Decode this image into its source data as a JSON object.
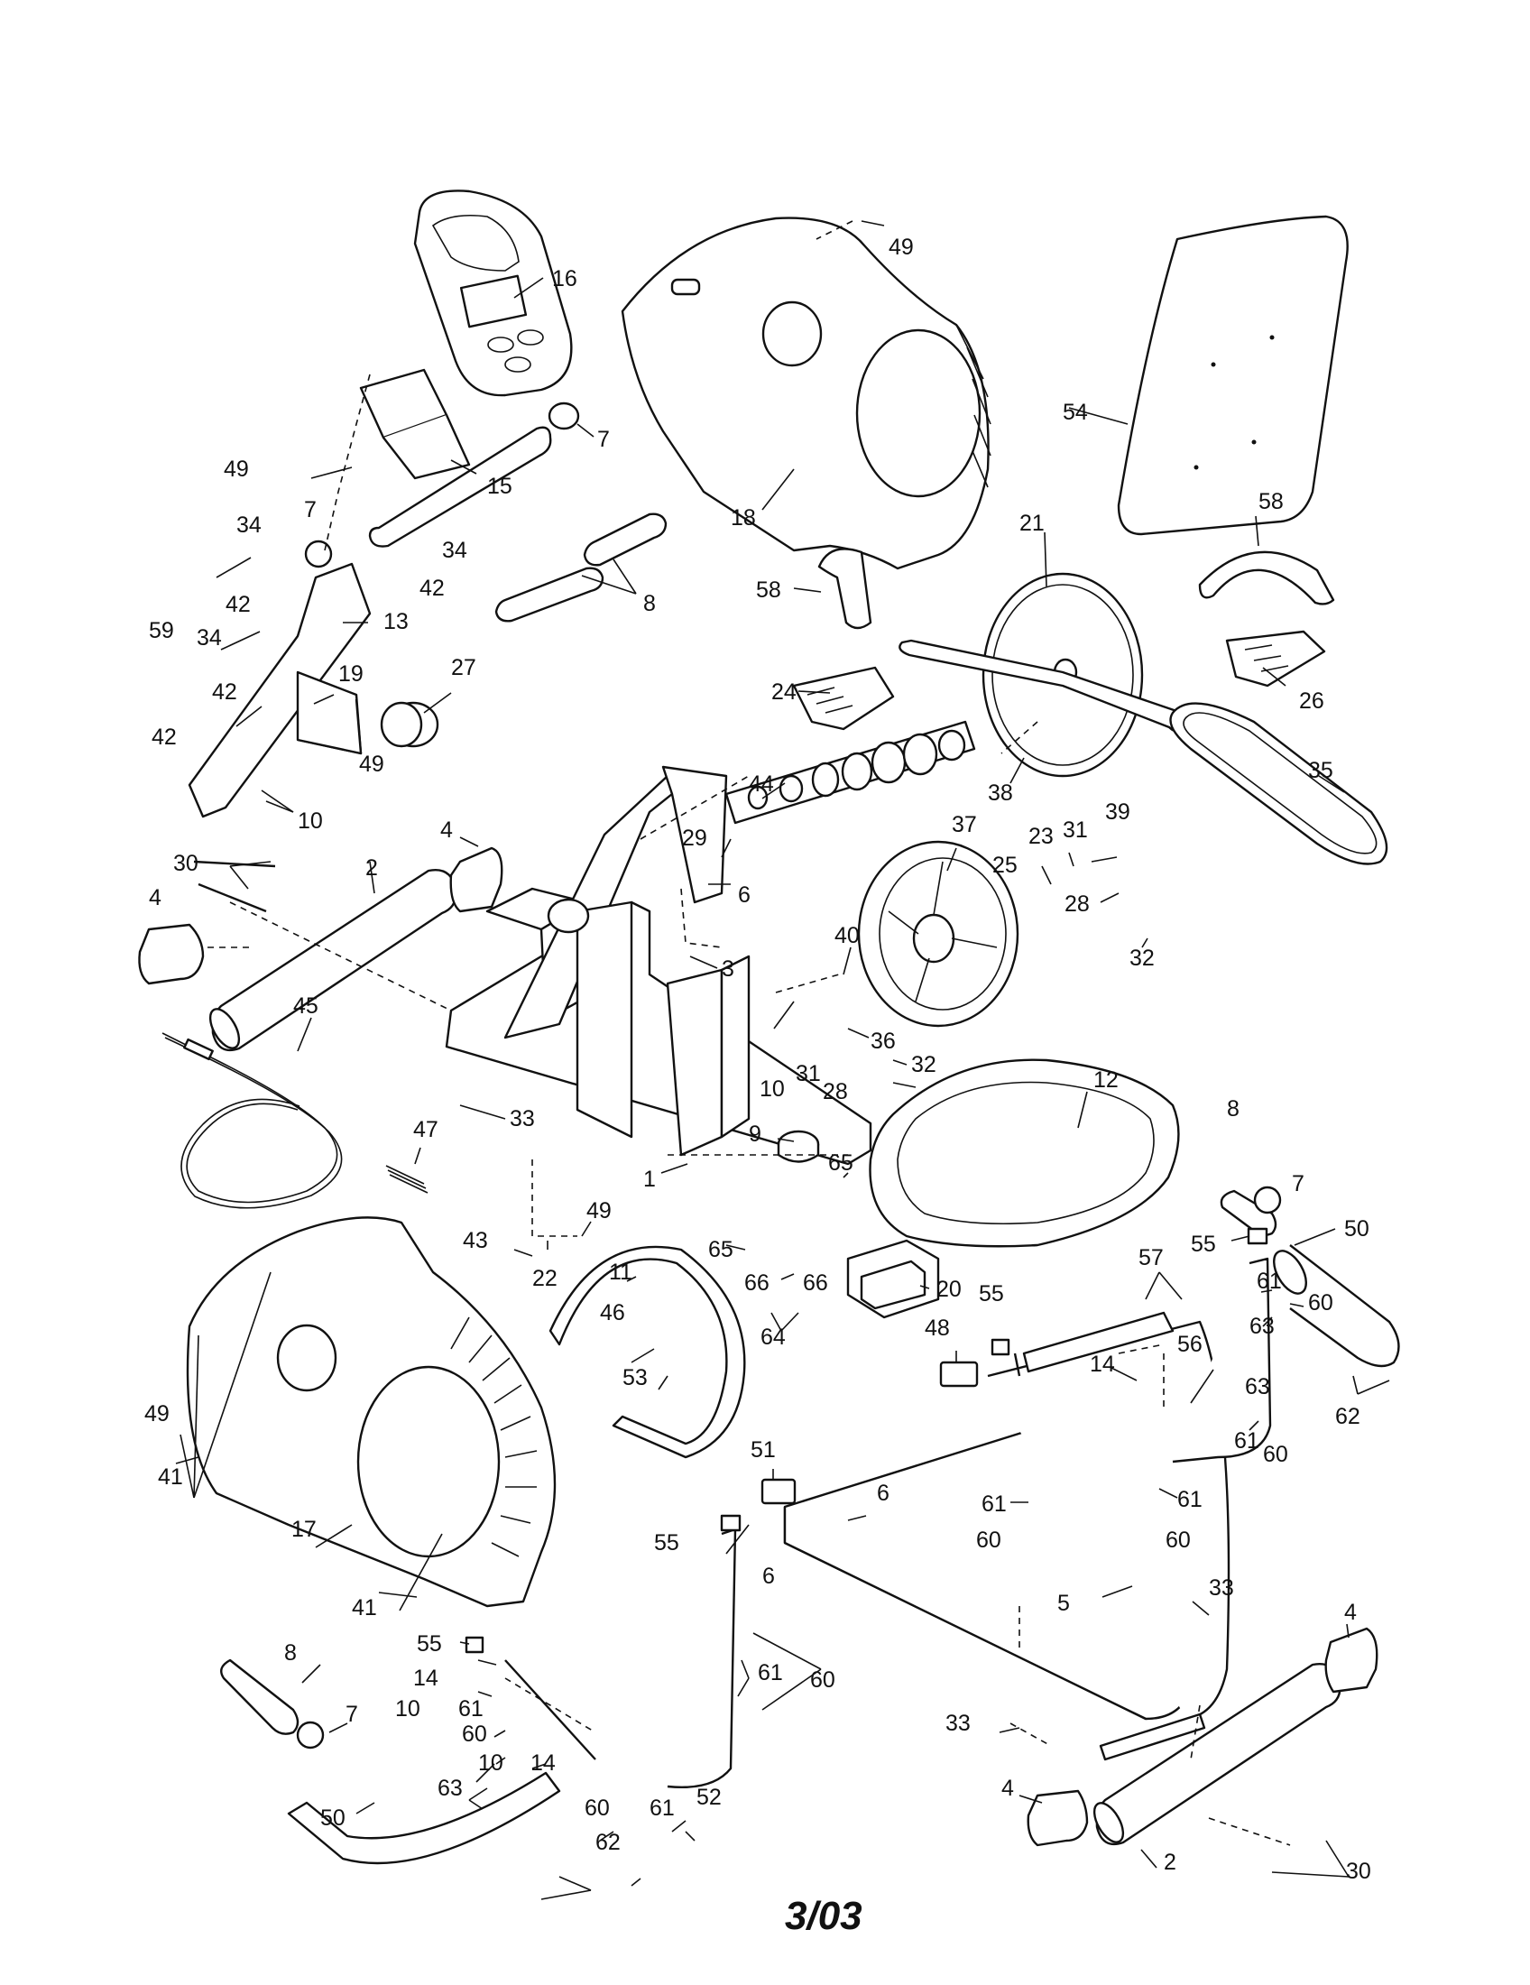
{
  "diagram": {
    "callouts": [
      {
        "id": "49",
        "label": "49"
      },
      {
        "id": "16",
        "label": "16"
      },
      {
        "id": "7",
        "label": "7"
      },
      {
        "id": "15",
        "label": "15"
      },
      {
        "id": "18",
        "label": "18"
      },
      {
        "id": "54",
        "label": "54"
      },
      {
        "id": "34",
        "label": "34"
      },
      {
        "id": "42",
        "label": "42"
      },
      {
        "id": "13",
        "label": "13"
      },
      {
        "id": "8",
        "label": "8"
      },
      {
        "id": "58",
        "label": "58"
      },
      {
        "id": "21",
        "label": "21"
      },
      {
        "id": "59",
        "label": "59"
      },
      {
        "id": "19",
        "label": "19"
      },
      {
        "id": "27",
        "label": "27"
      },
      {
        "id": "24",
        "label": "24"
      },
      {
        "id": "26",
        "label": "26"
      },
      {
        "id": "10",
        "label": "10"
      },
      {
        "id": "44",
        "label": "44"
      },
      {
        "id": "35",
        "label": "35"
      },
      {
        "id": "38",
        "label": "38"
      },
      {
        "id": "4",
        "label": "4"
      },
      {
        "id": "2",
        "label": "2"
      },
      {
        "id": "30",
        "label": "30"
      },
      {
        "id": "29",
        "label": "29"
      },
      {
        "id": "6",
        "label": "6"
      },
      {
        "id": "3",
        "label": "3"
      },
      {
        "id": "37",
        "label": "37"
      },
      {
        "id": "23",
        "label": "23"
      },
      {
        "id": "31",
        "label": "31"
      },
      {
        "id": "39",
        "label": "39"
      },
      {
        "id": "25",
        "label": "25"
      },
      {
        "id": "28",
        "label": "28"
      },
      {
        "id": "32",
        "label": "32"
      },
      {
        "id": "40",
        "label": "40"
      },
      {
        "id": "36",
        "label": "36"
      },
      {
        "id": "45",
        "label": "45"
      },
      {
        "id": "33",
        "label": "33"
      },
      {
        "id": "12",
        "label": "12"
      },
      {
        "id": "47",
        "label": "47"
      },
      {
        "id": "9",
        "label": "9"
      },
      {
        "id": "65",
        "label": "65"
      },
      {
        "id": "1",
        "label": "1"
      },
      {
        "id": "43",
        "label": "43"
      },
      {
        "id": "22",
        "label": "22"
      },
      {
        "id": "11",
        "label": "11"
      },
      {
        "id": "66",
        "label": "66"
      },
      {
        "id": "20",
        "label": "20"
      },
      {
        "id": "64",
        "label": "64"
      },
      {
        "id": "50",
        "label": "50"
      },
      {
        "id": "55",
        "label": "55"
      },
      {
        "id": "57",
        "label": "57"
      },
      {
        "id": "61",
        "label": "61"
      },
      {
        "id": "60",
        "label": "60"
      },
      {
        "id": "63",
        "label": "63"
      },
      {
        "id": "46",
        "label": "46"
      },
      {
        "id": "48",
        "label": "48"
      },
      {
        "id": "56",
        "label": "56"
      },
      {
        "id": "14",
        "label": "14"
      },
      {
        "id": "53",
        "label": "53"
      },
      {
        "id": "62",
        "label": "62"
      },
      {
        "id": "41",
        "label": "41"
      },
      {
        "id": "17",
        "label": "17"
      },
      {
        "id": "51",
        "label": "51"
      },
      {
        "id": "5",
        "label": "5"
      },
      {
        "id": "52",
        "label": "52"
      }
    ],
    "date_mark": "3/03"
  }
}
